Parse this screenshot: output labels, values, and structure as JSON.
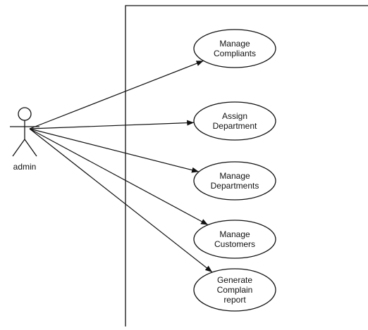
{
  "diagram": {
    "type": "use-case",
    "actor": {
      "name": "admin"
    },
    "use_cases": [
      {
        "id": "uc1",
        "lines": [
          "Manage",
          "Compliants"
        ]
      },
      {
        "id": "uc2",
        "lines": [
          "Assign",
          "Department"
        ]
      },
      {
        "id": "uc3",
        "lines": [
          "Manage",
          "Departments"
        ]
      },
      {
        "id": "uc4",
        "lines": [
          "Manage",
          "Customers"
        ]
      },
      {
        "id": "uc5",
        "lines": [
          "Generate",
          "Complain",
          "report"
        ]
      }
    ],
    "associations": [
      {
        "from": "admin",
        "to": "uc1"
      },
      {
        "from": "admin",
        "to": "uc2"
      },
      {
        "from": "admin",
        "to": "uc3"
      },
      {
        "from": "admin",
        "to": "uc4"
      },
      {
        "from": "admin",
        "to": "uc5"
      }
    ]
  }
}
